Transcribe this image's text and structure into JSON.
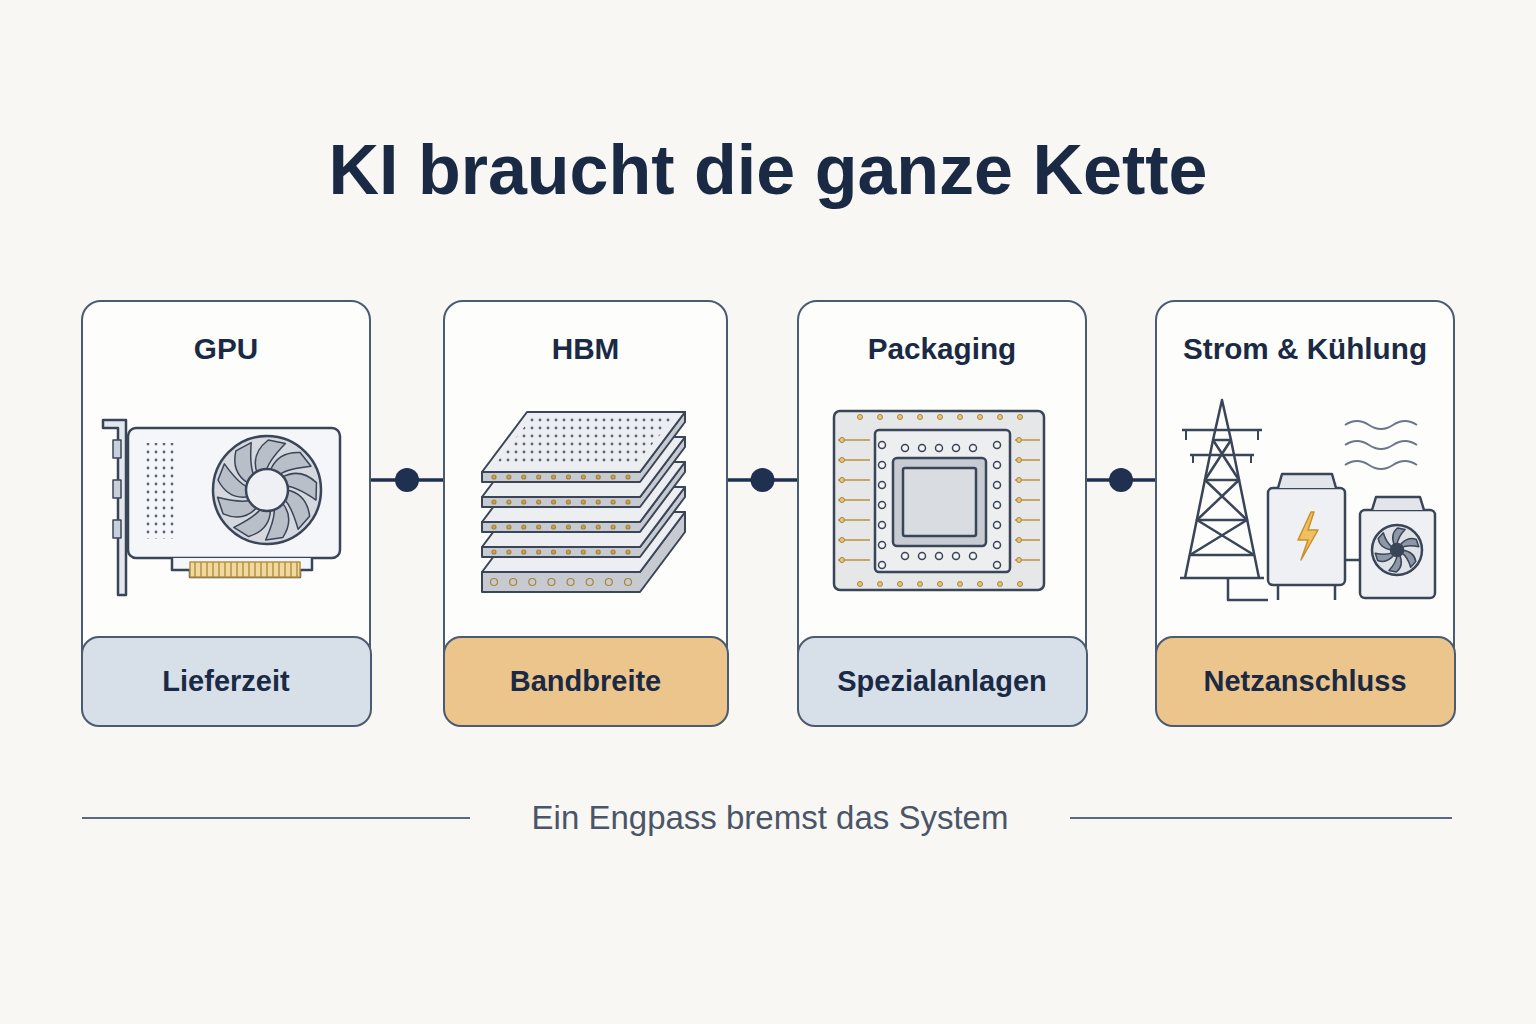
{
  "diagram": {
    "title": "KI braucht die ganze Kette",
    "caption": "Ein Engpass bremst das System",
    "nodes": [
      {
        "text": [
          "GPU"
        ]
      },
      {
        "text": [
          "Lieferzeit"
        ],
        "in": 0
      },
      {
        "text": [
          "HBM"
        ]
      },
      {
        "text": [
          "Bandbreite"
        ],
        "in": 2
      },
      {
        "text": [
          "Packaging"
        ]
      },
      {
        "text": [
          "Spezialanlagen"
        ],
        "in": 4
      },
      {
        "text": [
          "Strom & Kühlung"
        ]
      },
      {
        "text": [
          "Netzanschluss"
        ],
        "in": 6
      }
    ],
    "edges": [
      {
        "from": 0,
        "to": 2,
        "arrow": "none"
      },
      {
        "from": 2,
        "to": 4,
        "arrow": "none"
      },
      {
        "from": 4,
        "to": 6,
        "arrow": "none"
      }
    ]
  }
}
